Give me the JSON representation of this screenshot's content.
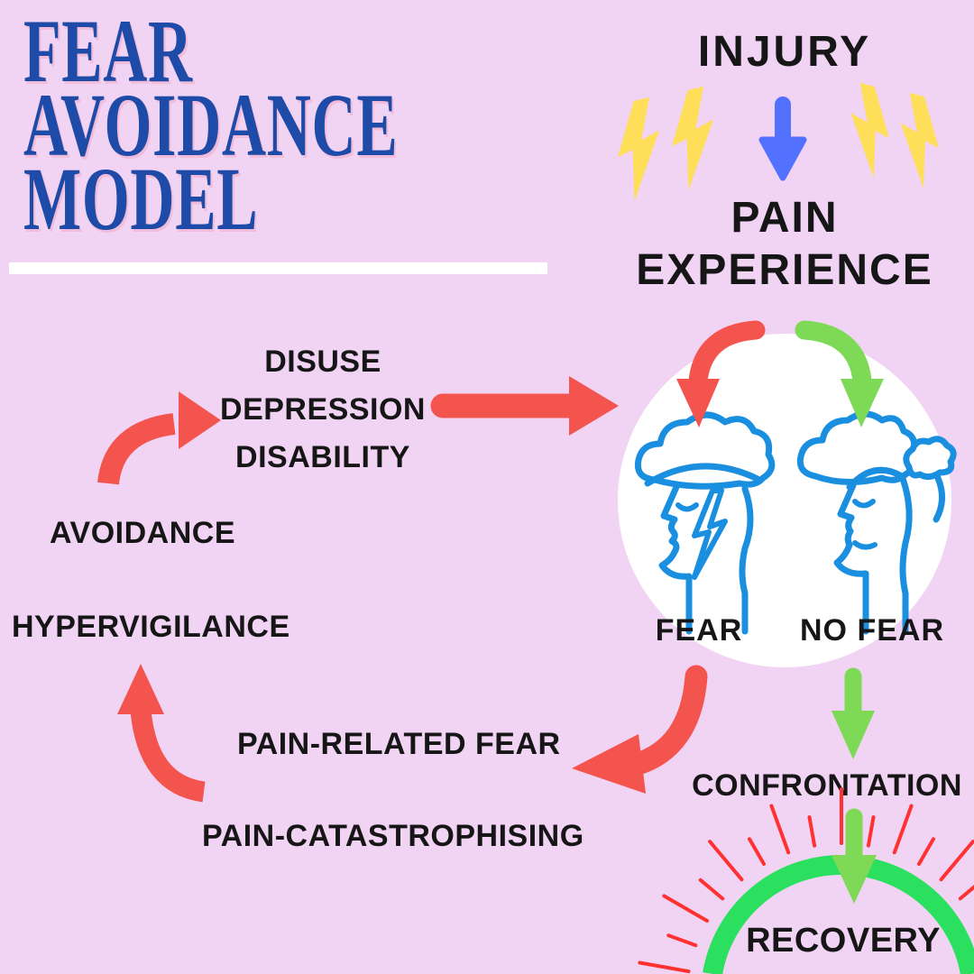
{
  "palette": {
    "background": "#f1d3f4",
    "title_blue": "#1e4ba8",
    "text_black": "#161616",
    "accent_red": "#f4544e",
    "accent_green_light": "#7ed957",
    "accent_green_bright": "#2be05e",
    "accent_blue": "#5271ff",
    "accent_yellow": "#ffde59",
    "head_line_blue": "#1a8fe0",
    "ray_red": "#ff3131",
    "circle_white": "#ffffff"
  },
  "title": {
    "lines": [
      "FEAR",
      "AVOIDANCE",
      "MODEL"
    ]
  },
  "top_flow": {
    "injury": "INJURY",
    "pain_experience_line1": "PAIN",
    "pain_experience_line2": "EXPERIENCE"
  },
  "heads": {
    "fear_label": "FEAR",
    "no_fear_label": "NO FEAR"
  },
  "fear_cycle": {
    "disuse_lines": [
      "DISUSE",
      "DEPRESSION",
      "DISABILITY"
    ],
    "avoidance": "AVOIDANCE",
    "hypervigilance": "HYPERVIGILANCE",
    "pain_related_fear": "PAIN-RELATED FEAR",
    "pain_catastrophising": "PAIN-CATASTROPHISING"
  },
  "recovery_path": {
    "confrontation": "CONFRONTATION",
    "recovery": "RECOVERY"
  },
  "icons": {
    "lightning_bolts_left": "lightning-bolt-icon",
    "lightning_bolts_right": "lightning-bolt-icon",
    "injury_down_arrow": "down-arrow-icon",
    "pain_to_fear_arrow": "curved-red-arrow-icon",
    "pain_to_no_fear_arrow": "curved-green-arrow-icon",
    "disuse_to_pain_arrow": "right-red-arrow-icon",
    "avoidance_to_disuse_arrow": "curved-red-arrow-icon",
    "painfear_to_hypervigilance_arrow": "curved-red-arrow-icon",
    "fear_to_painfear_arrow": "curved-red-arrow-icon",
    "no_fear_to_confrontation_arrow": "down-green-arrow-icon",
    "confrontation_to_recovery_arrow": "down-green-arrow-icon",
    "fear_head": "stormy-head-icon",
    "no_fear_head": "calm-head-icon",
    "recovery_arc": "green-gauge-arc-icon",
    "sunburst": "red-sunburst-rays-icon"
  }
}
